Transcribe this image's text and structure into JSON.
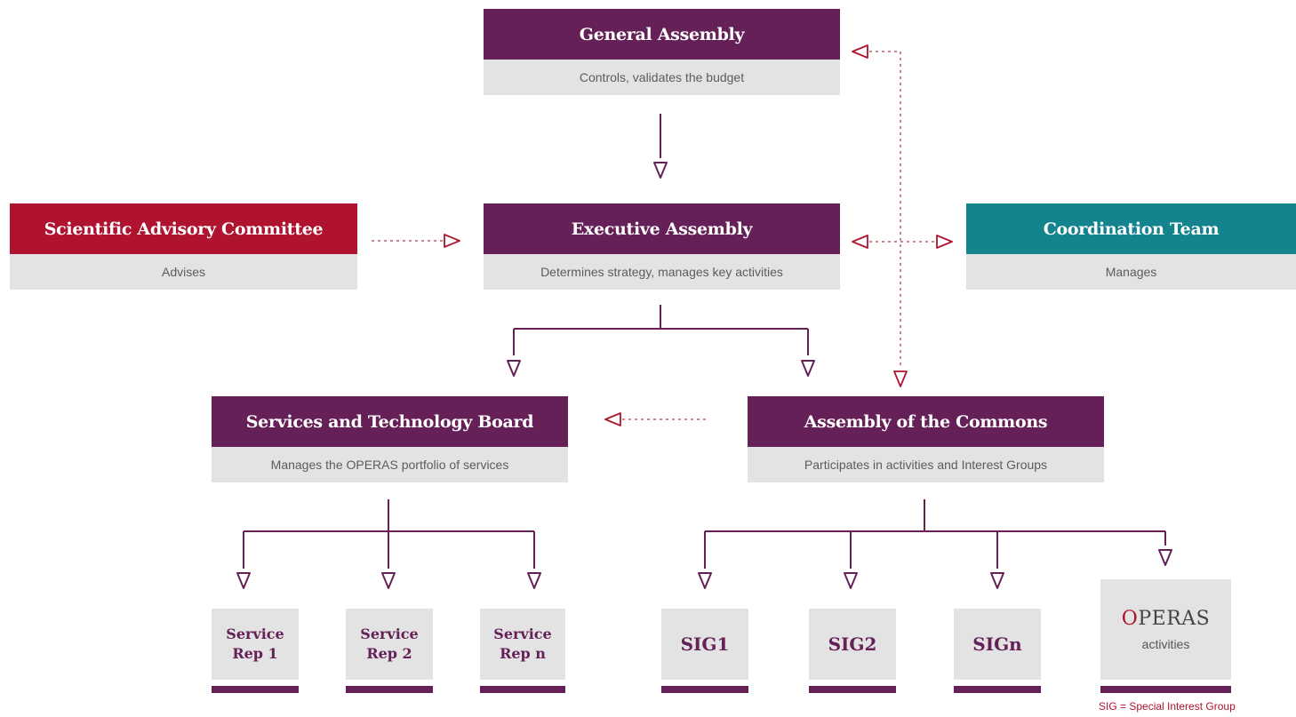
{
  "nodes": {
    "general_assembly": {
      "title": "General Assembly",
      "description": "Controls, validates the budget"
    },
    "scientific_advisory_committee": {
      "title": "Scientific Advisory Committee",
      "description": "Advises"
    },
    "executive_assembly": {
      "title": "Executive Assembly",
      "description": "Determines strategy, manages key activities"
    },
    "coordination_team": {
      "title": "Coordination Team",
      "description": "Manages"
    },
    "services_technology_board": {
      "title": "Services and Technology Board",
      "description": "Manages the OPERAS portfolio of services"
    },
    "assembly_of_commons": {
      "title": "Assembly of the Commons",
      "description": "Participates in activities and Interest Groups"
    }
  },
  "service_reps": [
    {
      "line1": "Service",
      "line2": "Rep 1"
    },
    {
      "line1": "Service",
      "line2": "Rep 2"
    },
    {
      "line1": "Service",
      "line2": "Rep n"
    }
  ],
  "sigs": [
    "SIG1",
    "SIG2",
    "SIGn"
  ],
  "operas": {
    "logo_o": "O",
    "logo_rest": "PERAS",
    "label": "activities"
  },
  "footnote": "SIG = Special Interest Group",
  "colors": {
    "purple": "#652057",
    "red": "#b0132f",
    "teal": "#13838d",
    "grey_box": "#e4e3e3",
    "dotted_line": "#c9878f"
  }
}
